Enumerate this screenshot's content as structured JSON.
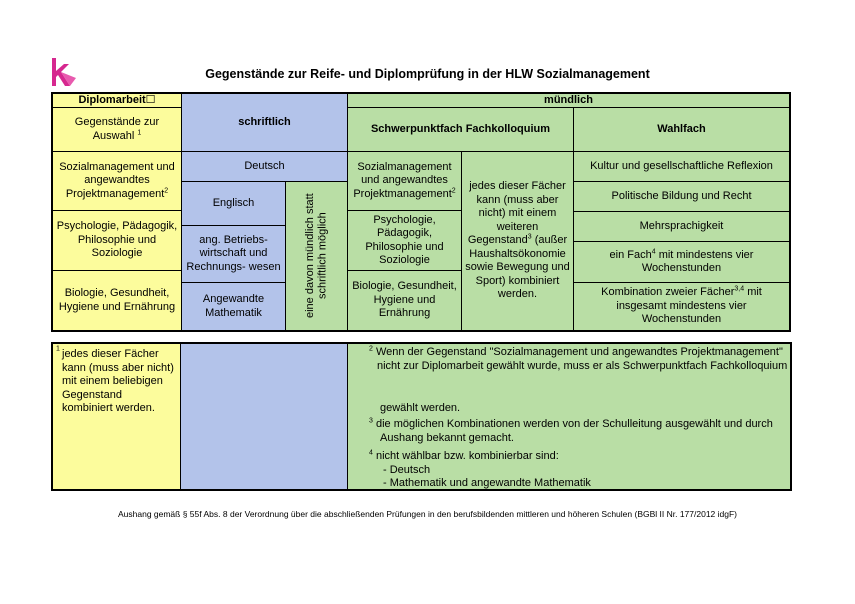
{
  "title": "Gegenstände zur Reife- und Diplomprüfung in der HLW Sozialmanagement",
  "colors": {
    "yellow": "#fcfc9c",
    "blue": "#b3c3ea",
    "green": "#b9dea5",
    "logo": "#d6288f"
  },
  "logo_icon": "logo-k-icon",
  "header": {
    "diplomarbeit": "Diplomarbeit",
    "gegenstaende": "Gegenstände zur Auswahl",
    "gegenstaende_sup": "1",
    "schriftlich": "schriftlich",
    "muendlich": "mündlich",
    "schwerpunkt": "Schwerpunktfach Fachkolloquium",
    "wahlfach": "Wahlfach"
  },
  "left_col": {
    "r1": "Sozialmanagement und angewandtes Projektmanagement",
    "r1_sup": "2",
    "r2": "Psychologie, Pädagogik, Philosophie und Soziologie",
    "r3": "Biologie, Gesundheit, Hygiene und Ernährung"
  },
  "written": {
    "deutsch": "Deutsch",
    "englisch": "Englisch",
    "betriebswirtschaft": "ang. Betriebs-wirtschaft und Rechnungs- wesen",
    "mathematik": "Angewandte Mathematik",
    "vertical": "eine davon mündlich statt schriftlich möglich"
  },
  "schwerpunkt": {
    "r1": "Sozialmanagement und angewandtes Projektmanagement",
    "r1_sup": "2",
    "r2": "Psychologie, Pädagogik, Philosophie und Soziologie",
    "r3": "Biologie, Gesundheit, Hygiene und Ernährung",
    "combo_a": "jedes dieser Fächer kann (muss aber nicht) mit einem weiteren Gegenstand",
    "combo_sup": "3",
    "combo_b": "(außer Haushaltsökonomie sowie Bewegung und Sport) kombiniert werden."
  },
  "wahlfach": {
    "r1": "Kultur und gesellschaftliche Reflexion",
    "r2": "Politische Bildung und Recht",
    "r3": "Mehrsprachigkeit",
    "r4_a": "ein Fach",
    "r4_sup": "4",
    "r4_b": "mit mindestens vier Wochenstunden",
    "r5_a": "Kombination zweier Fächer",
    "r5_sup": "3,4",
    "r5_b": "mit insgesamt mindestens vier Wochenstunden"
  },
  "notes": {
    "n1_sup": "1",
    "n1": "jedes dieser Fächer kann (muss aber nicht) mit einem beliebigen Gegenstand kombiniert werden.",
    "n2_sup": "2",
    "n2_a": "Wenn der Gegenstand \"Sozialmanagement und angewandtes Projektmanagement\"",
    "n2_b": "nicht zur Diplomarbeit gewählt wurde, muss er als Schwerpunktfach Fachkolloquium",
    "n2_c": "gewählt werden.",
    "n3_sup": "3",
    "n3_a": "die möglichen Kombinationen werden von der Schulleitung ausgewählt und durch",
    "n3_b": "Aushang bekannt gemacht.",
    "n4_sup": "4",
    "n4_a": "nicht wählbar bzw. kombinierbar sind:",
    "n4_b": "-  Deutsch",
    "n4_c": "-  Mathematik und angewandte Mathematik"
  },
  "footer": "Aushang gemäß § 55f Abs. 8 der Verordnung über die abschließenden Prüfungen in den berufsbildenden mittleren und höheren Schulen (BGBl II Nr. 177/2012 idgF)"
}
